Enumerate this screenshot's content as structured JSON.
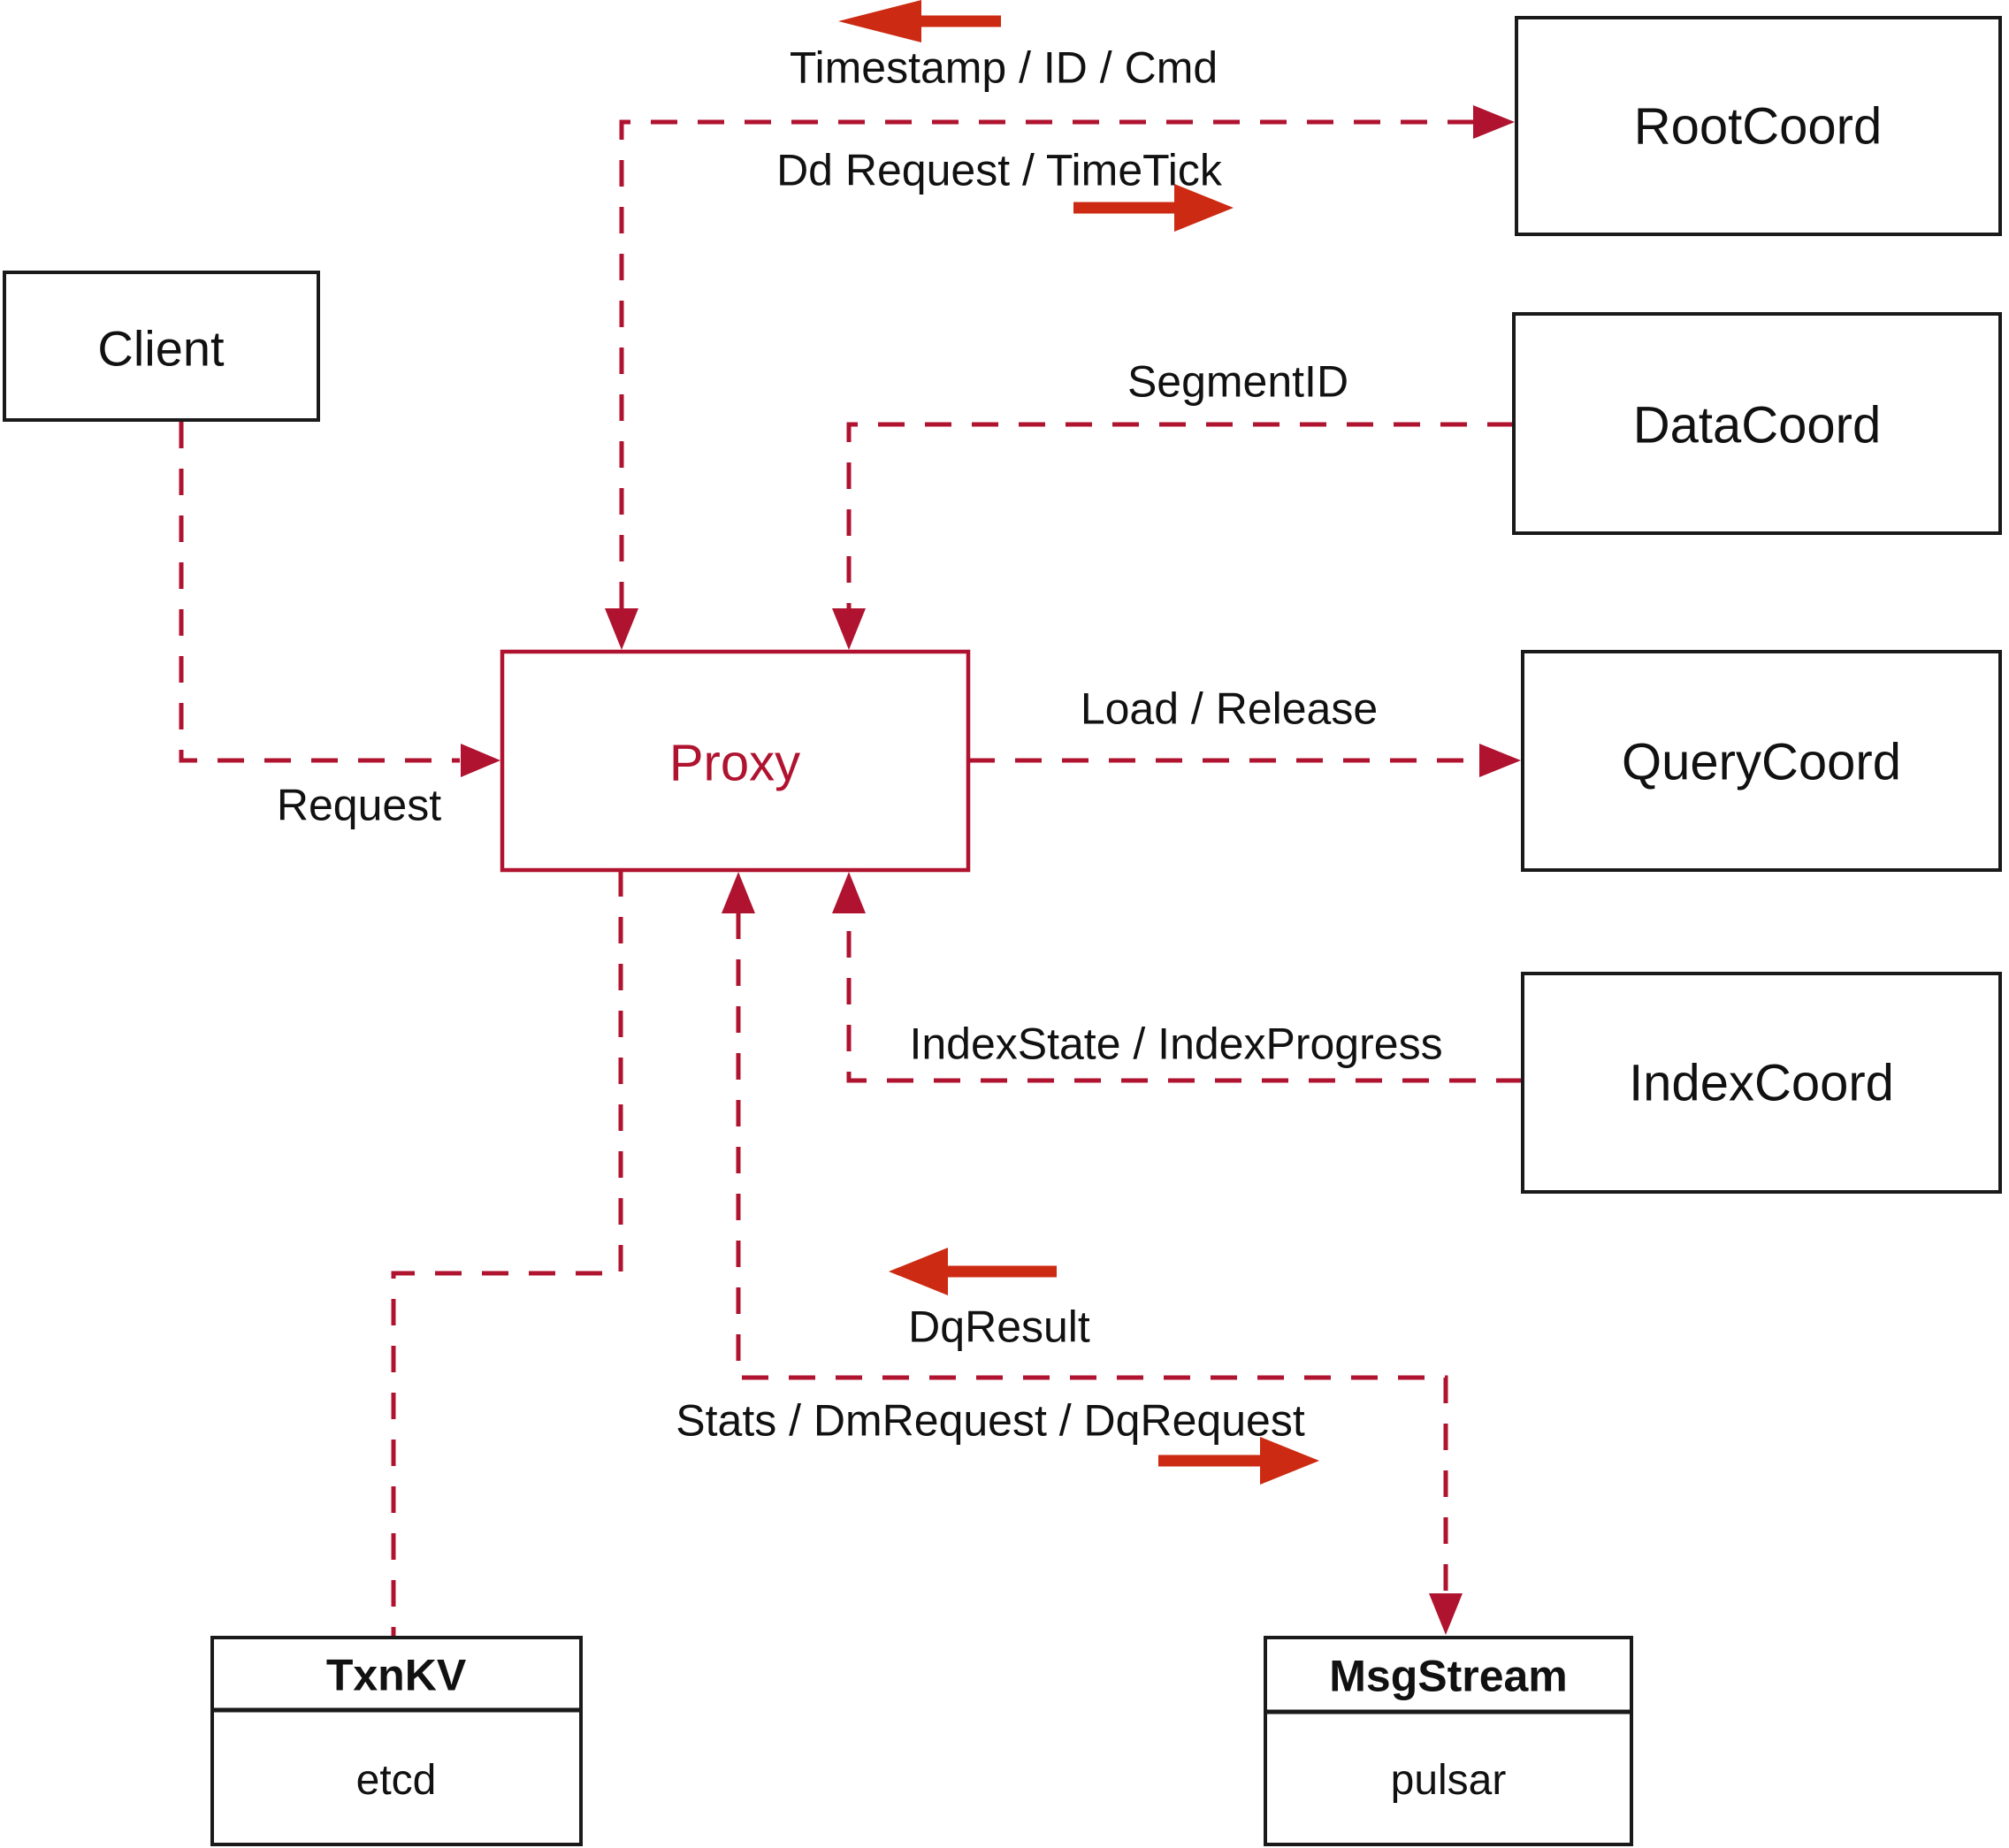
{
  "diagram": {
    "title": "Proxy coordination architecture diagram",
    "nodes": {
      "client": {
        "label": "Client"
      },
      "proxy": {
        "label": "Proxy"
      },
      "root_coord": {
        "label": "RootCoord"
      },
      "data_coord": {
        "label": "DataCoord"
      },
      "query_coord": {
        "label": "QueryCoord"
      },
      "index_coord": {
        "label": "IndexCoord"
      },
      "txn_kv": {
        "title": "TxnKV",
        "subtitle": "etcd"
      },
      "msg_stream": {
        "title": "MsgStream",
        "subtitle": "pulsar"
      }
    },
    "edge_labels": {
      "timestamp_id_cmd": "Timestamp / ID / Cmd",
      "dd_request_timetick": "Dd Request / TimeTick",
      "segment_id": "SegmentID",
      "request": "Request",
      "load_release": "Load / Release",
      "index_state": "IndexState / IndexProgress",
      "dq_result": "DqResult",
      "stats_dm_dq": "Stats / DmRequest / DqRequest"
    },
    "colors": {
      "line_red": "#b0132f",
      "arrow_red": "#cc2a12",
      "box_black": "#1a1a1a",
      "text_black": "#111111"
    }
  }
}
